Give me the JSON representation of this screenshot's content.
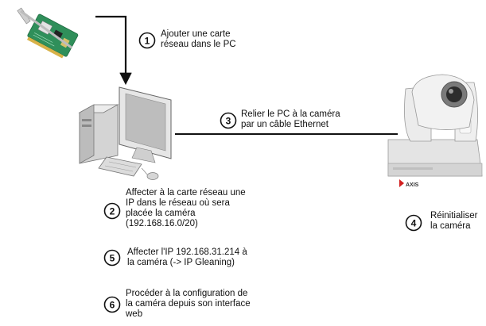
{
  "steps": [
    {
      "number": "1",
      "lines": [
        "Ajouter une carte",
        "réseau dans le PC"
      ]
    },
    {
      "number": "2",
      "lines": [
        "Affecter à la carte réseau une",
        "IP dans le réseau où sera",
        "placée la caméra",
        "(192.168.16.0/20)"
      ]
    },
    {
      "number": "3",
      "lines": [
        "Relier le PC à la caméra",
        "par un câble Ethernet"
      ]
    },
    {
      "number": "4",
      "lines": [
        "Réinitialiser",
        "la caméra"
      ]
    },
    {
      "number": "5",
      "lines": [
        "Affecter l'IP 192.168.31.214 à",
        "la caméra (-> IP Gleaning)"
      ]
    },
    {
      "number": "6",
      "lines": [
        "Procéder à la configuration de",
        "la caméra depuis son interface",
        "web"
      ]
    }
  ],
  "camera": {
    "brand": "AXIS"
  },
  "icons": [
    "network-card-icon",
    "computer-icon",
    "ptz-camera-icon"
  ],
  "colors": {
    "ink": "#111111",
    "pc_body": "#e6e6e6",
    "pc_shadow": "#9a9a9a",
    "screen": "#bdbdbd",
    "pcb": "#2f8f5a",
    "camera_body": "#e8e8e8",
    "accent": "#d21f1f"
  }
}
